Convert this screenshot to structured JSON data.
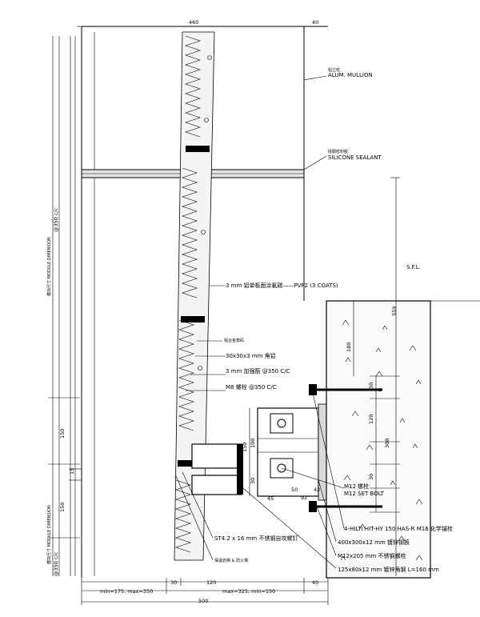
{
  "dimensions": {
    "top_460": "460",
    "top_40": "40",
    "right_559": "559",
    "right_180": "180",
    "right_30a": "30",
    "right_120": "120",
    "right_300": "300",
    "right_30b": "30",
    "bracket_150": "150",
    "bracket_100": "100",
    "bracket_30": "30",
    "bolt_50": "50",
    "bolt_42": "42",
    "bolt_45": "45",
    "bolt_92": "92",
    "left_150a": "150",
    "left_15": "15",
    "left_150b": "150",
    "bottom_30": "30",
    "bottom_120": "120",
    "bottom_40": "40",
    "bottom_min_max_1": "min=175, max=350",
    "bottom_min_max_2": "max=325, min=150",
    "bottom_500": "500"
  },
  "side_labels": {
    "module_1": "模块尺寸 MODULE DIMENSION",
    "spacing_1": "@350 c/c",
    "module_2": "模块尺寸 MODULE DIMENSION",
    "spacing_2": "@350 c/c"
  },
  "callouts": {
    "mullion_cn": "铝立柱",
    "mullion": "ALUM. MULLION",
    "sealant_cn": "硅酮密封胶",
    "sealant": "SILICONE SEALANT",
    "sfl": "S.F.L.",
    "pvf2": "3 mm 铝单板面涂氟碳——PVF2 (3 COATS)",
    "alum_cn": "铝合金角码",
    "angle": "30x30x3 mm 角铝",
    "rib": "3 mm 加强筋 @350 C/C",
    "bolt_m8": "M8 螺栓 @350 C/C",
    "m12_cn": "M12 螺栓",
    "m12": "M12 SET BOLT",
    "hilti": "4-HILTI HIT-HY 150 HAS-R M16 化学锚栓",
    "plate": "400x300x12 mm 镀锌钢板",
    "m12x205": "M12x205 mm 不锈钢螺栓",
    "angle125": "125x80x12 mm 镀锌角钢 L=160 mm",
    "screw": "ST4.2 x 16 mm 不锈钢自攻螺钉",
    "rock_wool": "保温岩棉 & 防火棉"
  }
}
